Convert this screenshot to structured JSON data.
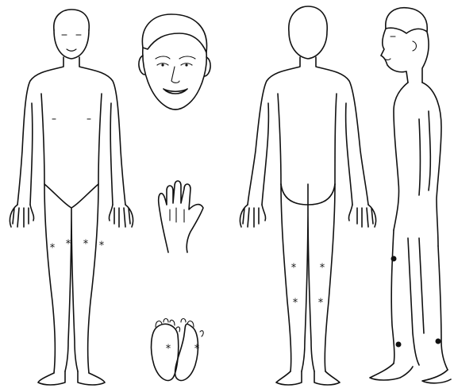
{
  "figure": {
    "colors": {
      "line": "#111111",
      "background": "#ffffff"
    },
    "views": [
      {
        "name": "front-body",
        "icon": "human-front-icon"
      },
      {
        "name": "face-closeup",
        "icon": "face-icon"
      },
      {
        "name": "hand-closeup",
        "icon": "hand-icon"
      },
      {
        "name": "soles-closeup",
        "icon": "feet-soles-icon"
      },
      {
        "name": "back-body",
        "icon": "human-back-icon"
      },
      {
        "name": "side-body",
        "icon": "human-side-icon"
      }
    ],
    "lesion_markers": {
      "front_thighs": [
        "*",
        "*",
        "*",
        "*"
      ],
      "soles": [
        "*",
        "*"
      ],
      "back_legs": [
        "*",
        "*",
        "*",
        "*"
      ],
      "side_leg_dots": 3
    }
  }
}
